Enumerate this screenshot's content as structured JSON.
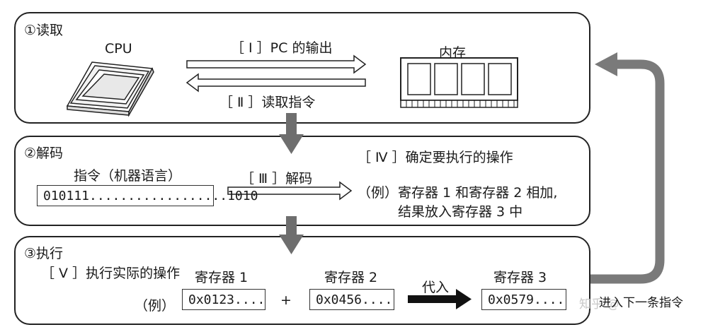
{
  "stage1": {
    "title": "①读取",
    "cpu_label": "CPU",
    "memory_label": "内存",
    "arrow_top_label": "［ Ⅰ ］PC 的输出",
    "arrow_bottom_label": "［ Ⅱ ］读取指令"
  },
  "stage2": {
    "title": "②解码",
    "instruction_label": "指令（机器语言）",
    "instruction_value": "010111..................1010",
    "arrow_label": "［ Ⅲ ］解码",
    "step_label": "［ Ⅳ ］确定要执行的操作",
    "example_line1": "（例）寄存器 1 和寄存器 2 相加,",
    "example_line2": "结果放入寄存器 3 中"
  },
  "stage3": {
    "title": "③执行",
    "step_label": "［ V ］执行实际的操作",
    "example_prefix": "（例）",
    "reg1_label": "寄存器 1",
    "reg1_value": "0x0123....",
    "plus": "+",
    "reg2_label": "寄存器 2",
    "reg2_value": "0x0456....",
    "assign_label": "代入",
    "reg3_label": "寄存器 3",
    "reg3_value": "0x0579...."
  },
  "loop_label": "进入下一条指令",
  "watermark": "知乎 @"
}
